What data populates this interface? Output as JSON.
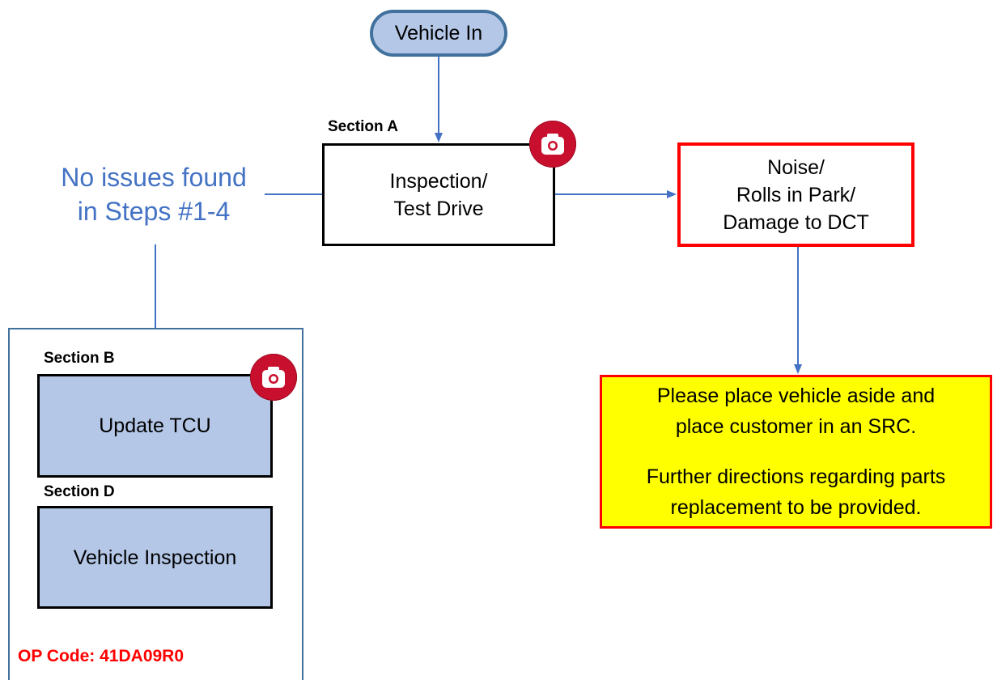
{
  "start": {
    "label": "Vehicle In"
  },
  "section_a": {
    "label": "Section A",
    "box_line1": "Inspection/",
    "box_line2": "Test Drive"
  },
  "noise": {
    "line1": "Noise/",
    "line2": "Rolls in Park/",
    "line3": "Damage to DCT"
  },
  "yellow": {
    "line1": "Please place vehicle aside and",
    "line2": "place customer in an SRC.",
    "line3": "Further directions regarding parts",
    "line4": "replacement to be provided."
  },
  "note": {
    "line1": "No issues found",
    "line2": "in Steps #1-4"
  },
  "section_b": {
    "label": "Section B",
    "box": "Update TCU"
  },
  "section_d": {
    "label": "Section D",
    "box": "Vehicle Inspection"
  },
  "op_code": "OP Code: 41DA09R0",
  "icons": {
    "camera": "camera-icon"
  },
  "colors": {
    "connector": "#4472c4",
    "node_fill": "#b4c7e7",
    "node_border": "#41719c",
    "alert_border": "#ff0000",
    "highlight_fill": "#ffff00",
    "camera_badge": "#c8102e",
    "op_code": "#ff0000"
  }
}
